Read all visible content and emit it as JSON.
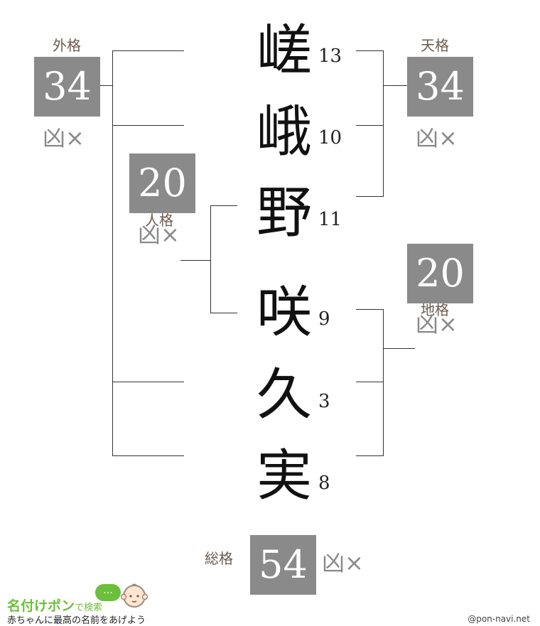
{
  "name": {
    "chars": [
      {
        "char": "嵯",
        "strokes": "13"
      },
      {
        "char": "峨",
        "strokes": "10"
      },
      {
        "char": "野",
        "strokes": "11"
      },
      {
        "char": "咲",
        "strokes": "9"
      },
      {
        "char": "久",
        "strokes": "3"
      },
      {
        "char": "実",
        "strokes": "8"
      }
    ]
  },
  "kakusu": {
    "gaikaku": {
      "label": "外格",
      "value": "34",
      "fortune": "凶×"
    },
    "tenkaku": {
      "label": "天格",
      "value": "34",
      "fortune": "凶×"
    },
    "jinkaku": {
      "label": "人格",
      "value": "20",
      "fortune": "凶×"
    },
    "chikaku": {
      "label": "地格",
      "value": "20",
      "fortune": "凶×"
    },
    "soukaku": {
      "label": "総格",
      "value": "54",
      "fortune": "凶×"
    }
  },
  "footer": {
    "brand": "名付けポン",
    "brand_suffix": "で検索",
    "tagline": "赤ちゃんに最高の名前をあげよう",
    "copyright": "@pon-navi.net",
    "bubble_text": "…"
  },
  "colors": {
    "box": "#8a8a8a",
    "brand": "#6cbf3a",
    "label": "#6b5a4e"
  }
}
